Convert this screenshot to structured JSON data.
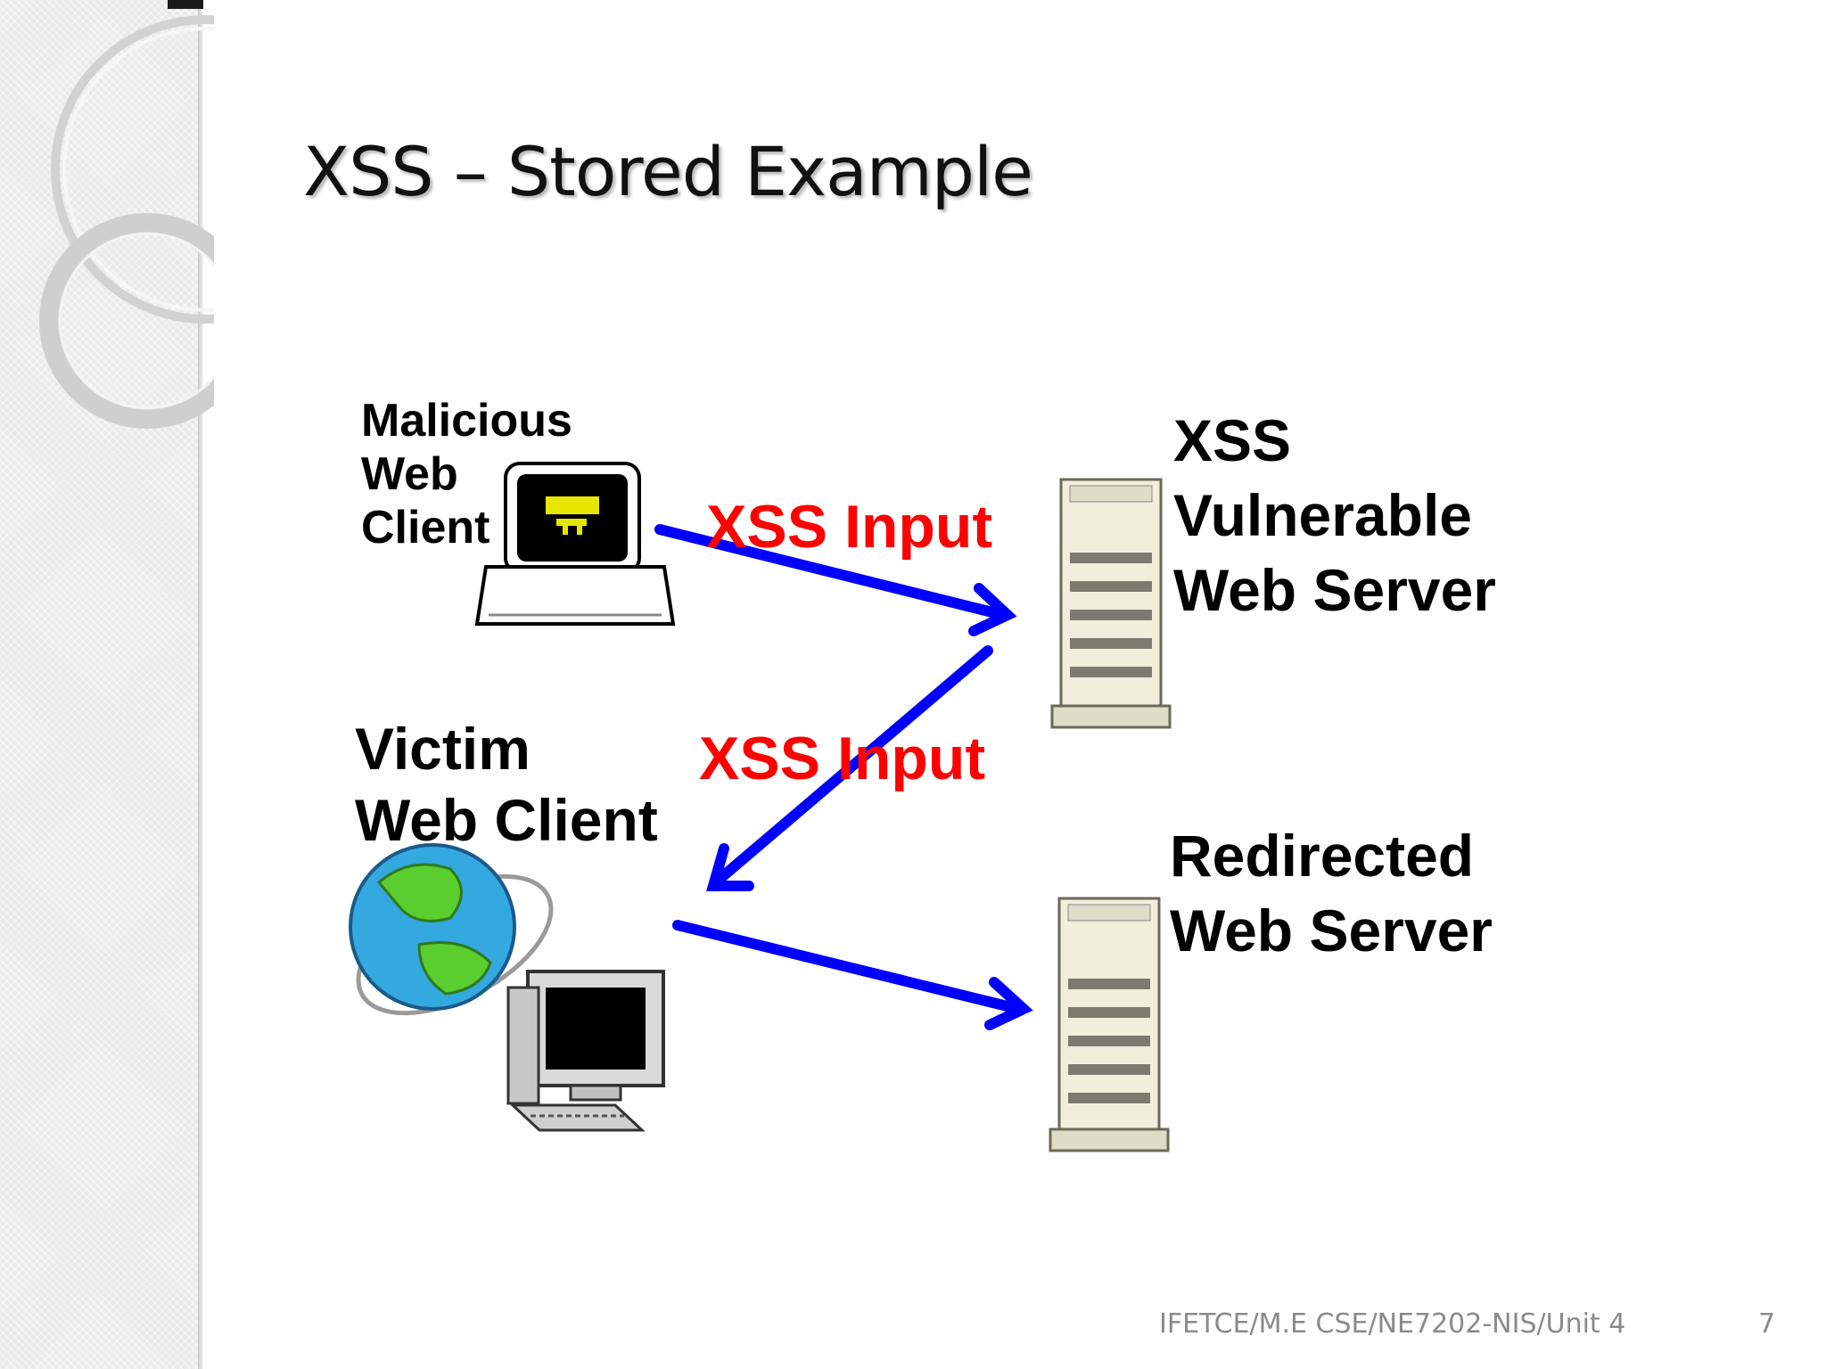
{
  "slide": {
    "title": "XSS – Stored Example",
    "footer_text": "IFETCE/M.E CSE/NE7202-NIS/Unit 4",
    "page_number": "7"
  },
  "diagram": {
    "malicious_client": [
      "Malicious",
      "Web",
      "Client"
    ],
    "vulnerable_server": [
      "XSS",
      "Vulnerable",
      "Web Server"
    ],
    "victim_client": [
      "Victim",
      "Web Client"
    ],
    "redirected_server": [
      "Redirected",
      "Web Server"
    ],
    "arrow_label_1": "XSS Input",
    "arrow_label_2": "XSS Input"
  },
  "colors": {
    "arrow": "#0000ff",
    "arrow_label": "#ff0000"
  }
}
